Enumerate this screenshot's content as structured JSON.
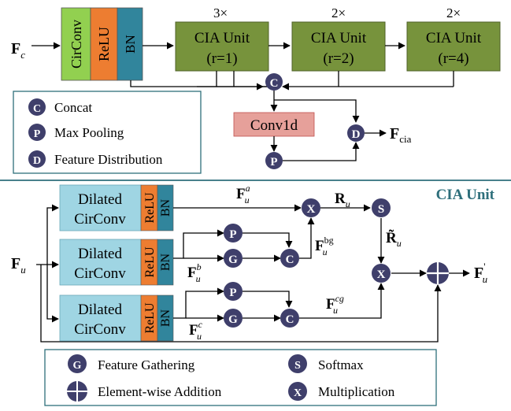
{
  "top": {
    "input": {
      "main": "F",
      "sub": "c"
    },
    "blocks": {
      "circonv": "CirConv",
      "relu": "ReLU",
      "bn": "BN"
    },
    "cia_units": [
      {
        "rep": "3×",
        "line1": "CIA Unit",
        "line2": "(r=1)"
      },
      {
        "rep": "2×",
        "line1": "CIA Unit",
        "line2": "(r=2)"
      },
      {
        "rep": "2×",
        "line1": "CIA Unit",
        "line2": "(r=4)"
      }
    ],
    "conv1d": "Conv1d",
    "output": {
      "main": "F",
      "sub": "cia"
    },
    "legend": [
      {
        "sym": "C",
        "label": "Concat"
      },
      {
        "sym": "P",
        "label": "Max Pooling"
      },
      {
        "sym": "D",
        "label": "Feature Distribution"
      }
    ],
    "ops": {
      "concat": "C",
      "pool": "P",
      "distribute": "D"
    }
  },
  "bottom": {
    "title": "CIA Unit",
    "input": {
      "main": "F",
      "sub": "u"
    },
    "branches": [
      {
        "line1": "Dilated",
        "line2": "CirConv",
        "relu": "ReLU",
        "bn": "BN"
      },
      {
        "line1": "Dilated",
        "line2": "CirConv",
        "relu": "ReLU",
        "bn": "BN"
      },
      {
        "line1": "Dilated",
        "line2": "CirConv",
        "relu": "ReLU",
        "bn": "BN"
      }
    ],
    "features": {
      "fa": {
        "main": "F",
        "sub": "u",
        "sup": "a"
      },
      "fb": {
        "main": "F",
        "sub": "u",
        "sup": "b"
      },
      "fc": {
        "main": "F",
        "sub": "u",
        "sup": "c"
      },
      "fbg": {
        "main": "F",
        "sub": "u",
        "sup": "bg"
      },
      "fcg": {
        "main": "F",
        "sub": "u",
        "sup": "cg"
      },
      "ru": {
        "main": "R",
        "sub": "u"
      },
      "ru_tilde": {
        "main": "R̃",
        "sub": "u"
      },
      "out": {
        "main": "F",
        "sub": "u",
        "sup": "'"
      }
    },
    "ops": {
      "pool": "P",
      "gather": "G",
      "concat": "C",
      "multiply": "X",
      "softmax": "S",
      "add": "+"
    },
    "legend": [
      {
        "sym": "G",
        "label": "Feature Gathering"
      },
      {
        "sym": "S",
        "label": "Softmax"
      },
      {
        "sym": "+",
        "label": "Element-wise Addition"
      },
      {
        "sym": "X",
        "label": "Multiplication"
      }
    ]
  },
  "colors": {
    "circonv": "#92d050",
    "relu": "#ed7d31",
    "bn": "#31859c",
    "cia_unit": "#77933c",
    "conv1d": "#e6a09a",
    "dilated": "#9fd5e3",
    "node": "#3f3f6b",
    "accent": "#2e6f7b"
  }
}
